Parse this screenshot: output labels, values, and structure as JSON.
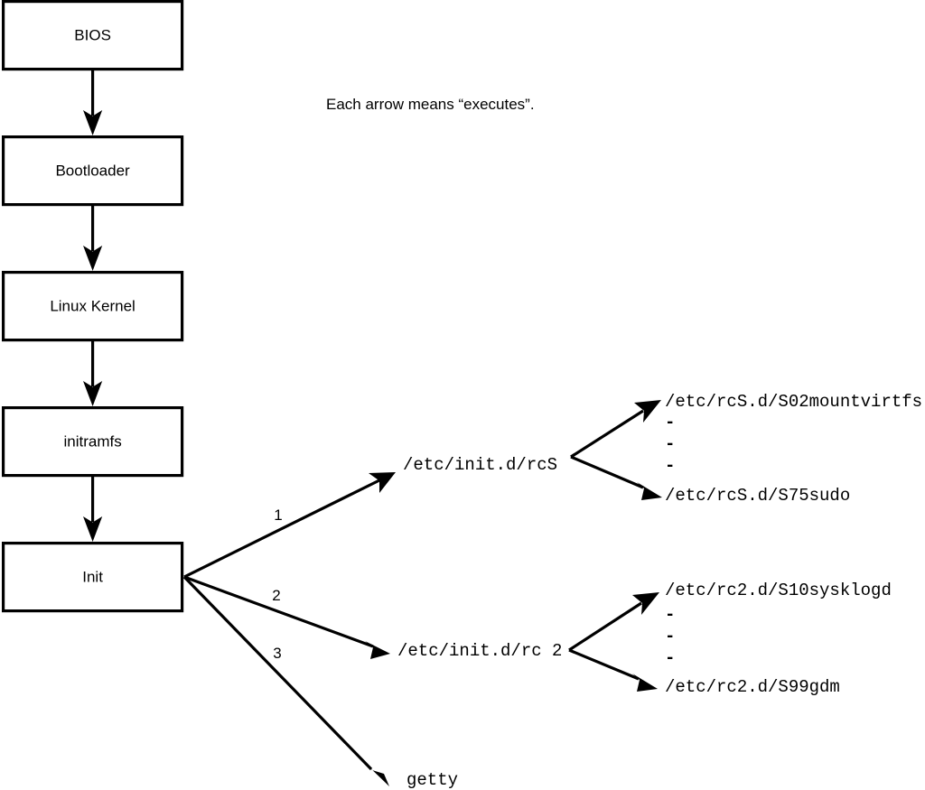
{
  "caption": {
    "text": "Each arrow means “executes”."
  },
  "chain": {
    "nodes": [
      {
        "id": "bios",
        "label": "BIOS"
      },
      {
        "id": "bootloader",
        "label": "Bootloader"
      },
      {
        "id": "kernel",
        "label": "Linux Kernel"
      },
      {
        "id": "initramfs",
        "label": "initramfs"
      },
      {
        "id": "init",
        "label": "Init"
      }
    ]
  },
  "init_branches": [
    {
      "number": "1",
      "target": "/etc/init.d/rcS"
    },
    {
      "number": "2",
      "target": "/etc/init.d/rc 2"
    },
    {
      "number": "3",
      "target": "getty"
    }
  ],
  "rcs_children": {
    "first": "/etc/rcS.d/S02mountvirtfs",
    "ellipsis": [
      "-",
      "-",
      "-"
    ],
    "last": "/etc/rcS.d/S75sudo"
  },
  "rc2_children": {
    "first": "/etc/rc2.d/S10sysklogd",
    "ellipsis": [
      "-",
      "-",
      "-"
    ],
    "last": "/etc/rc2.d/S99gdm"
  },
  "colors": {
    "stroke": "#000000",
    "background": "#ffffff",
    "text": "#000000"
  }
}
